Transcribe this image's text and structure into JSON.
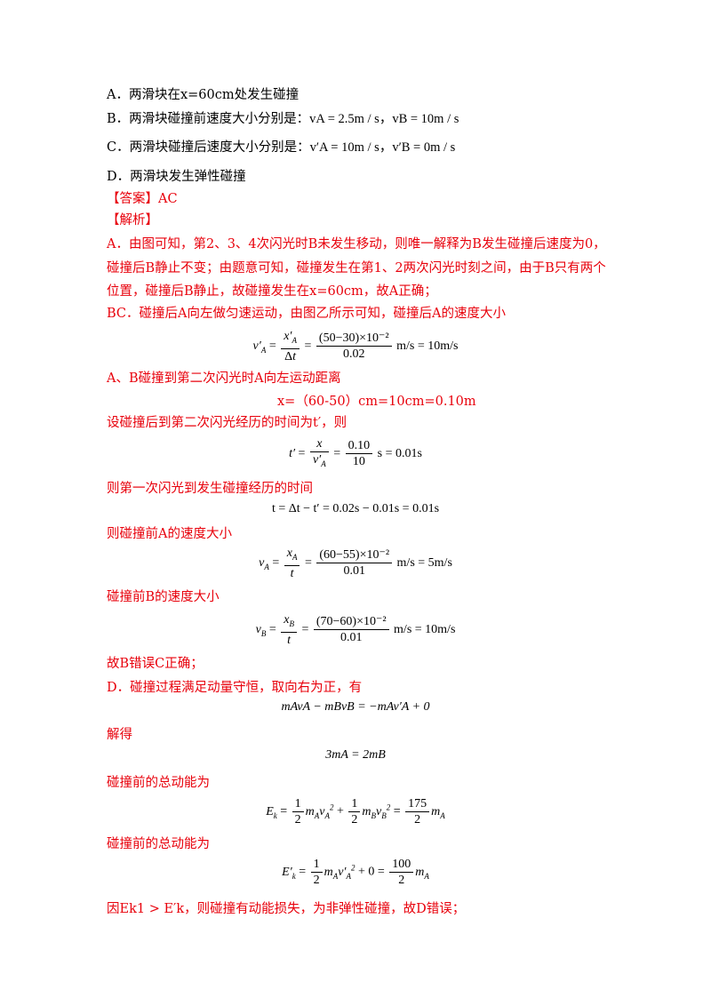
{
  "options": {
    "A": "A．两滑块在x=60cm处发生碰撞",
    "B_prefix": "B．两滑块碰撞前速度大小分别是：",
    "B_math": "vA = 2.5m / s，vB = 10m / s",
    "C_prefix": "C．两滑块碰撞后速度大小分别是：",
    "C_math": "v′A = 10m / s，v′B = 0m / s",
    "D": "D．两滑块发生弹性碰撞"
  },
  "answer": "【答案】AC",
  "analysis_heading": "【解析】",
  "paragraphs": {
    "p1": "A．由图可知，第2、3、4次闪光时B未发生移动，则唯一解释为B发生碰撞后速度为0，",
    "p2": "碰撞后B静止不变；由题意可知，碰撞发生在第1、2两次闪光时刻之间，由于B只有两个",
    "p3": "位置，碰撞后B静止，故碰撞发生在x=60cm，故A正确；",
    "p4": "BC．碰撞后A向左做匀速运动，由图乙所示可知，碰撞后A的速度大小",
    "p5": "A、B碰撞到第二次闪光时A向左运动距离",
    "p6": "x=（60-50）cm=10cm=0.10m",
    "p7": "设碰撞后到第二次闪光经历的时间为t′，则",
    "p8": "则第一次闪光到发生碰撞经历的时间",
    "p9": "则碰撞前A的速度大小",
    "p10": "碰撞前B的速度大小",
    "p11": "故B错误C正确；",
    "p12": "D．碰撞过程满足动量守恒，取向右为正，有",
    "p13": "解得",
    "p14": "碰撞前的总动能为",
    "p15": "碰撞前的总动能为",
    "p16": "因Ek1 > E′k，则碰撞有动能损失，为非弹性碰撞，故D错误；"
  },
  "equations": {
    "eq1_num": "(50−30)×10⁻²",
    "eq1_den": "0.02",
    "eq1_tail": "m/s = 10m/s",
    "eq2_num": "0.10",
    "eq2_den": "10",
    "eq2_tail": "s = 0.01s",
    "eq3": "t = Δt − t′ = 0.02s − 0.01s = 0.01s",
    "eq4_num": "(60−55)×10⁻²",
    "eq4_den": "0.01",
    "eq4_tail": "m/s = 5m/s",
    "eq5_num": "(70−60)×10⁻²",
    "eq5_den": "0.01",
    "eq5_tail": "m/s = 10m/s",
    "eq6": "mAvA − mBvB = −mAv′A + 0",
    "eq7": "3mA = 2mB",
    "eq8_frac_num": "175",
    "eq8_frac_den": "2",
    "eq9_frac_num": "100",
    "eq9_frac_den": "2"
  }
}
